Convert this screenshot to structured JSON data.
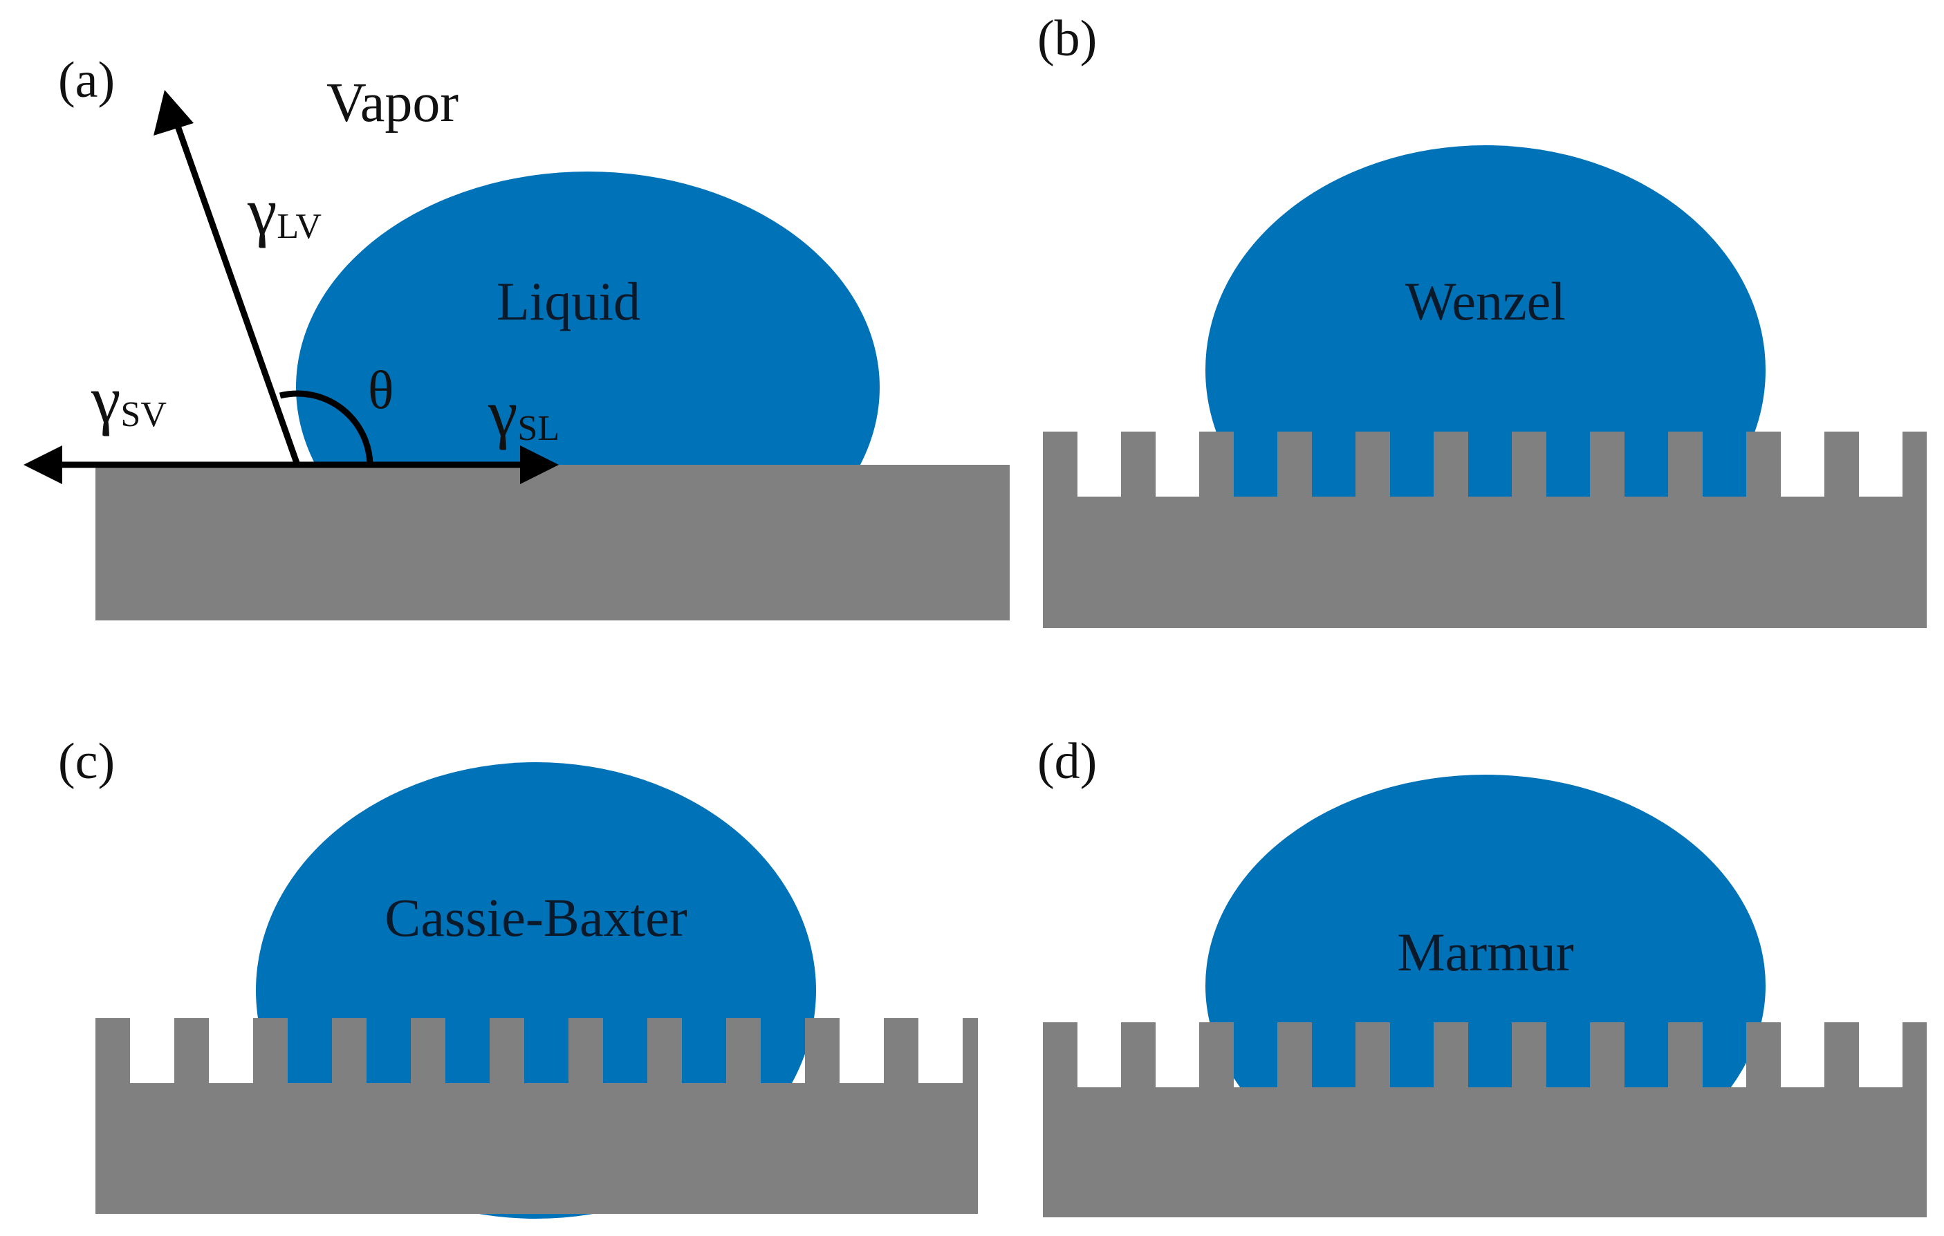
{
  "colors": {
    "liquid": "#0072b8",
    "substrate": "#808080",
    "background": "#ffffff",
    "arrow": "#000000"
  },
  "panels": {
    "a": {
      "label": "(a)",
      "vapor": "Vapor",
      "liquid": "Liquid",
      "gamma_lv": {
        "symbol": "γ",
        "sub": "LV"
      },
      "gamma_sv": {
        "symbol": "γ",
        "sub": "SV"
      },
      "gamma_sl": {
        "symbol": "γ",
        "sub": "SL"
      },
      "theta": "θ"
    },
    "b": {
      "label": "(b)",
      "model": "Wenzel"
    },
    "c": {
      "label": "(c)",
      "model": "Cassie-Baxter"
    },
    "d": {
      "label": "(d)",
      "model": "Marmur"
    }
  }
}
